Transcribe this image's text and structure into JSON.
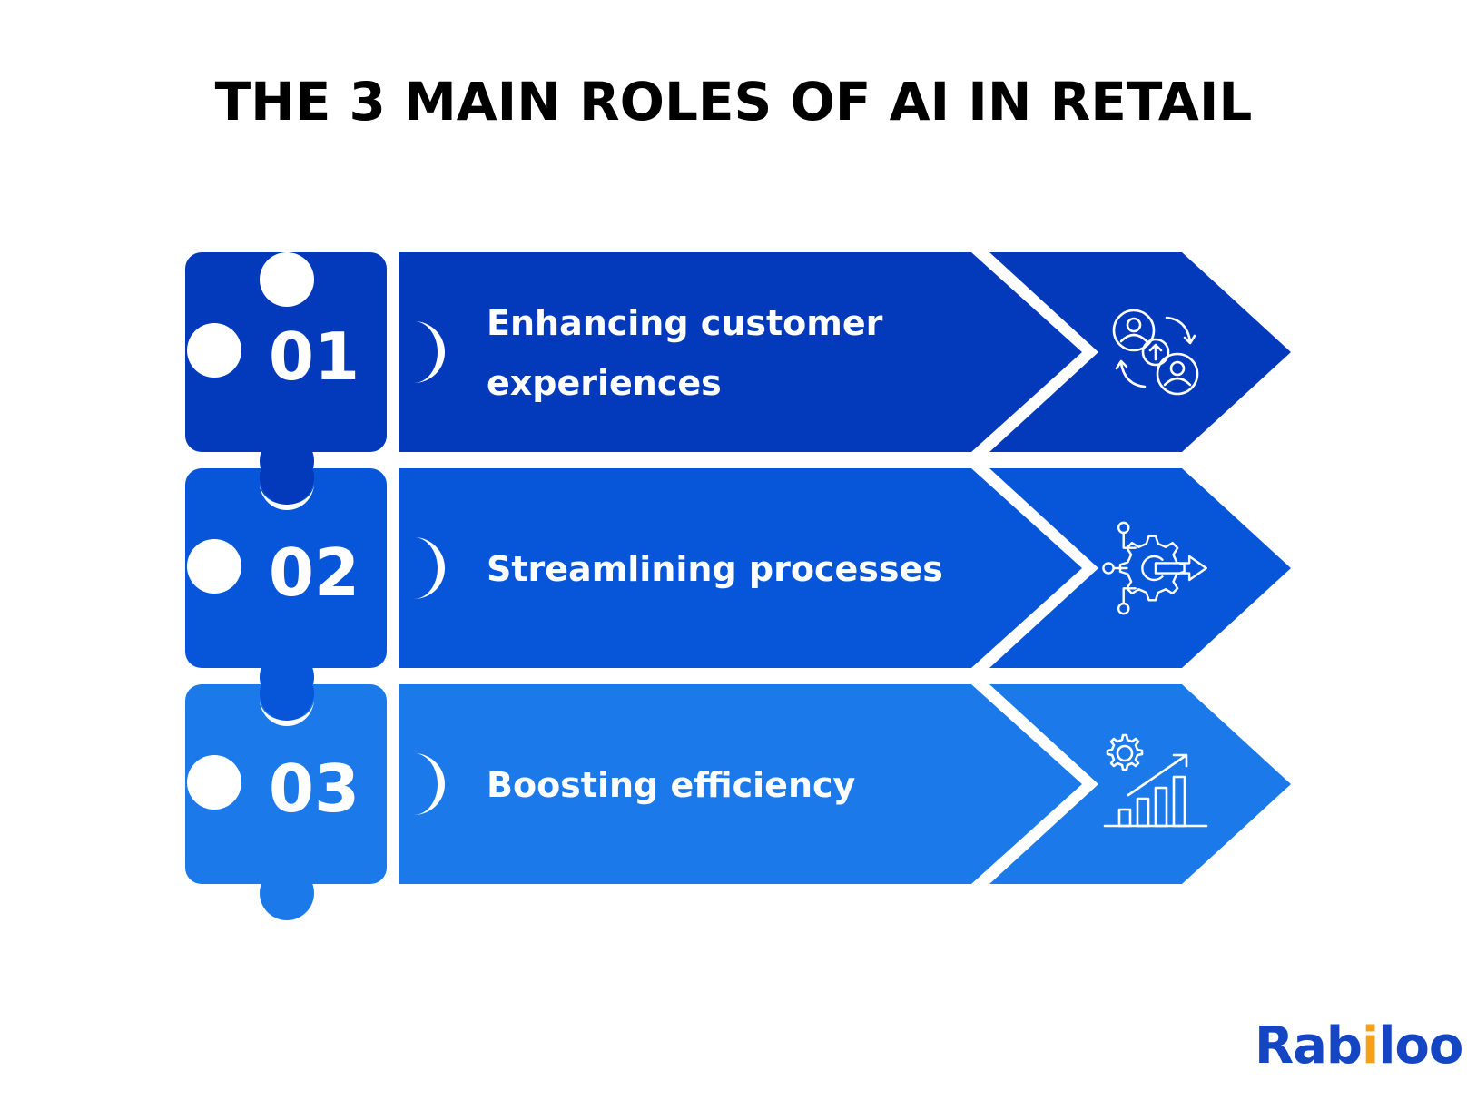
{
  "title": "THE 3 MAIN ROLES OF AI IN RETAIL",
  "steps": [
    {
      "number": "01",
      "label_lines": [
        "Enhancing customer",
        "experiences"
      ],
      "icon": "customer-cycle-icon",
      "color": "#0339BB"
    },
    {
      "number": "02",
      "label_lines": [
        "Streamlining processes"
      ],
      "icon": "gear-process-icon",
      "color": "#0756D9"
    },
    {
      "number": "03",
      "label_lines": [
        "Boosting efficiency"
      ],
      "icon": "growth-chart-icon",
      "color": "#1C79EA"
    }
  ],
  "logo": {
    "text_prefix": "Rab",
    "text_dot_letter": "i",
    "text_suffix": "loo",
    "color": "#1446C4",
    "accent": "#F5A01A"
  }
}
